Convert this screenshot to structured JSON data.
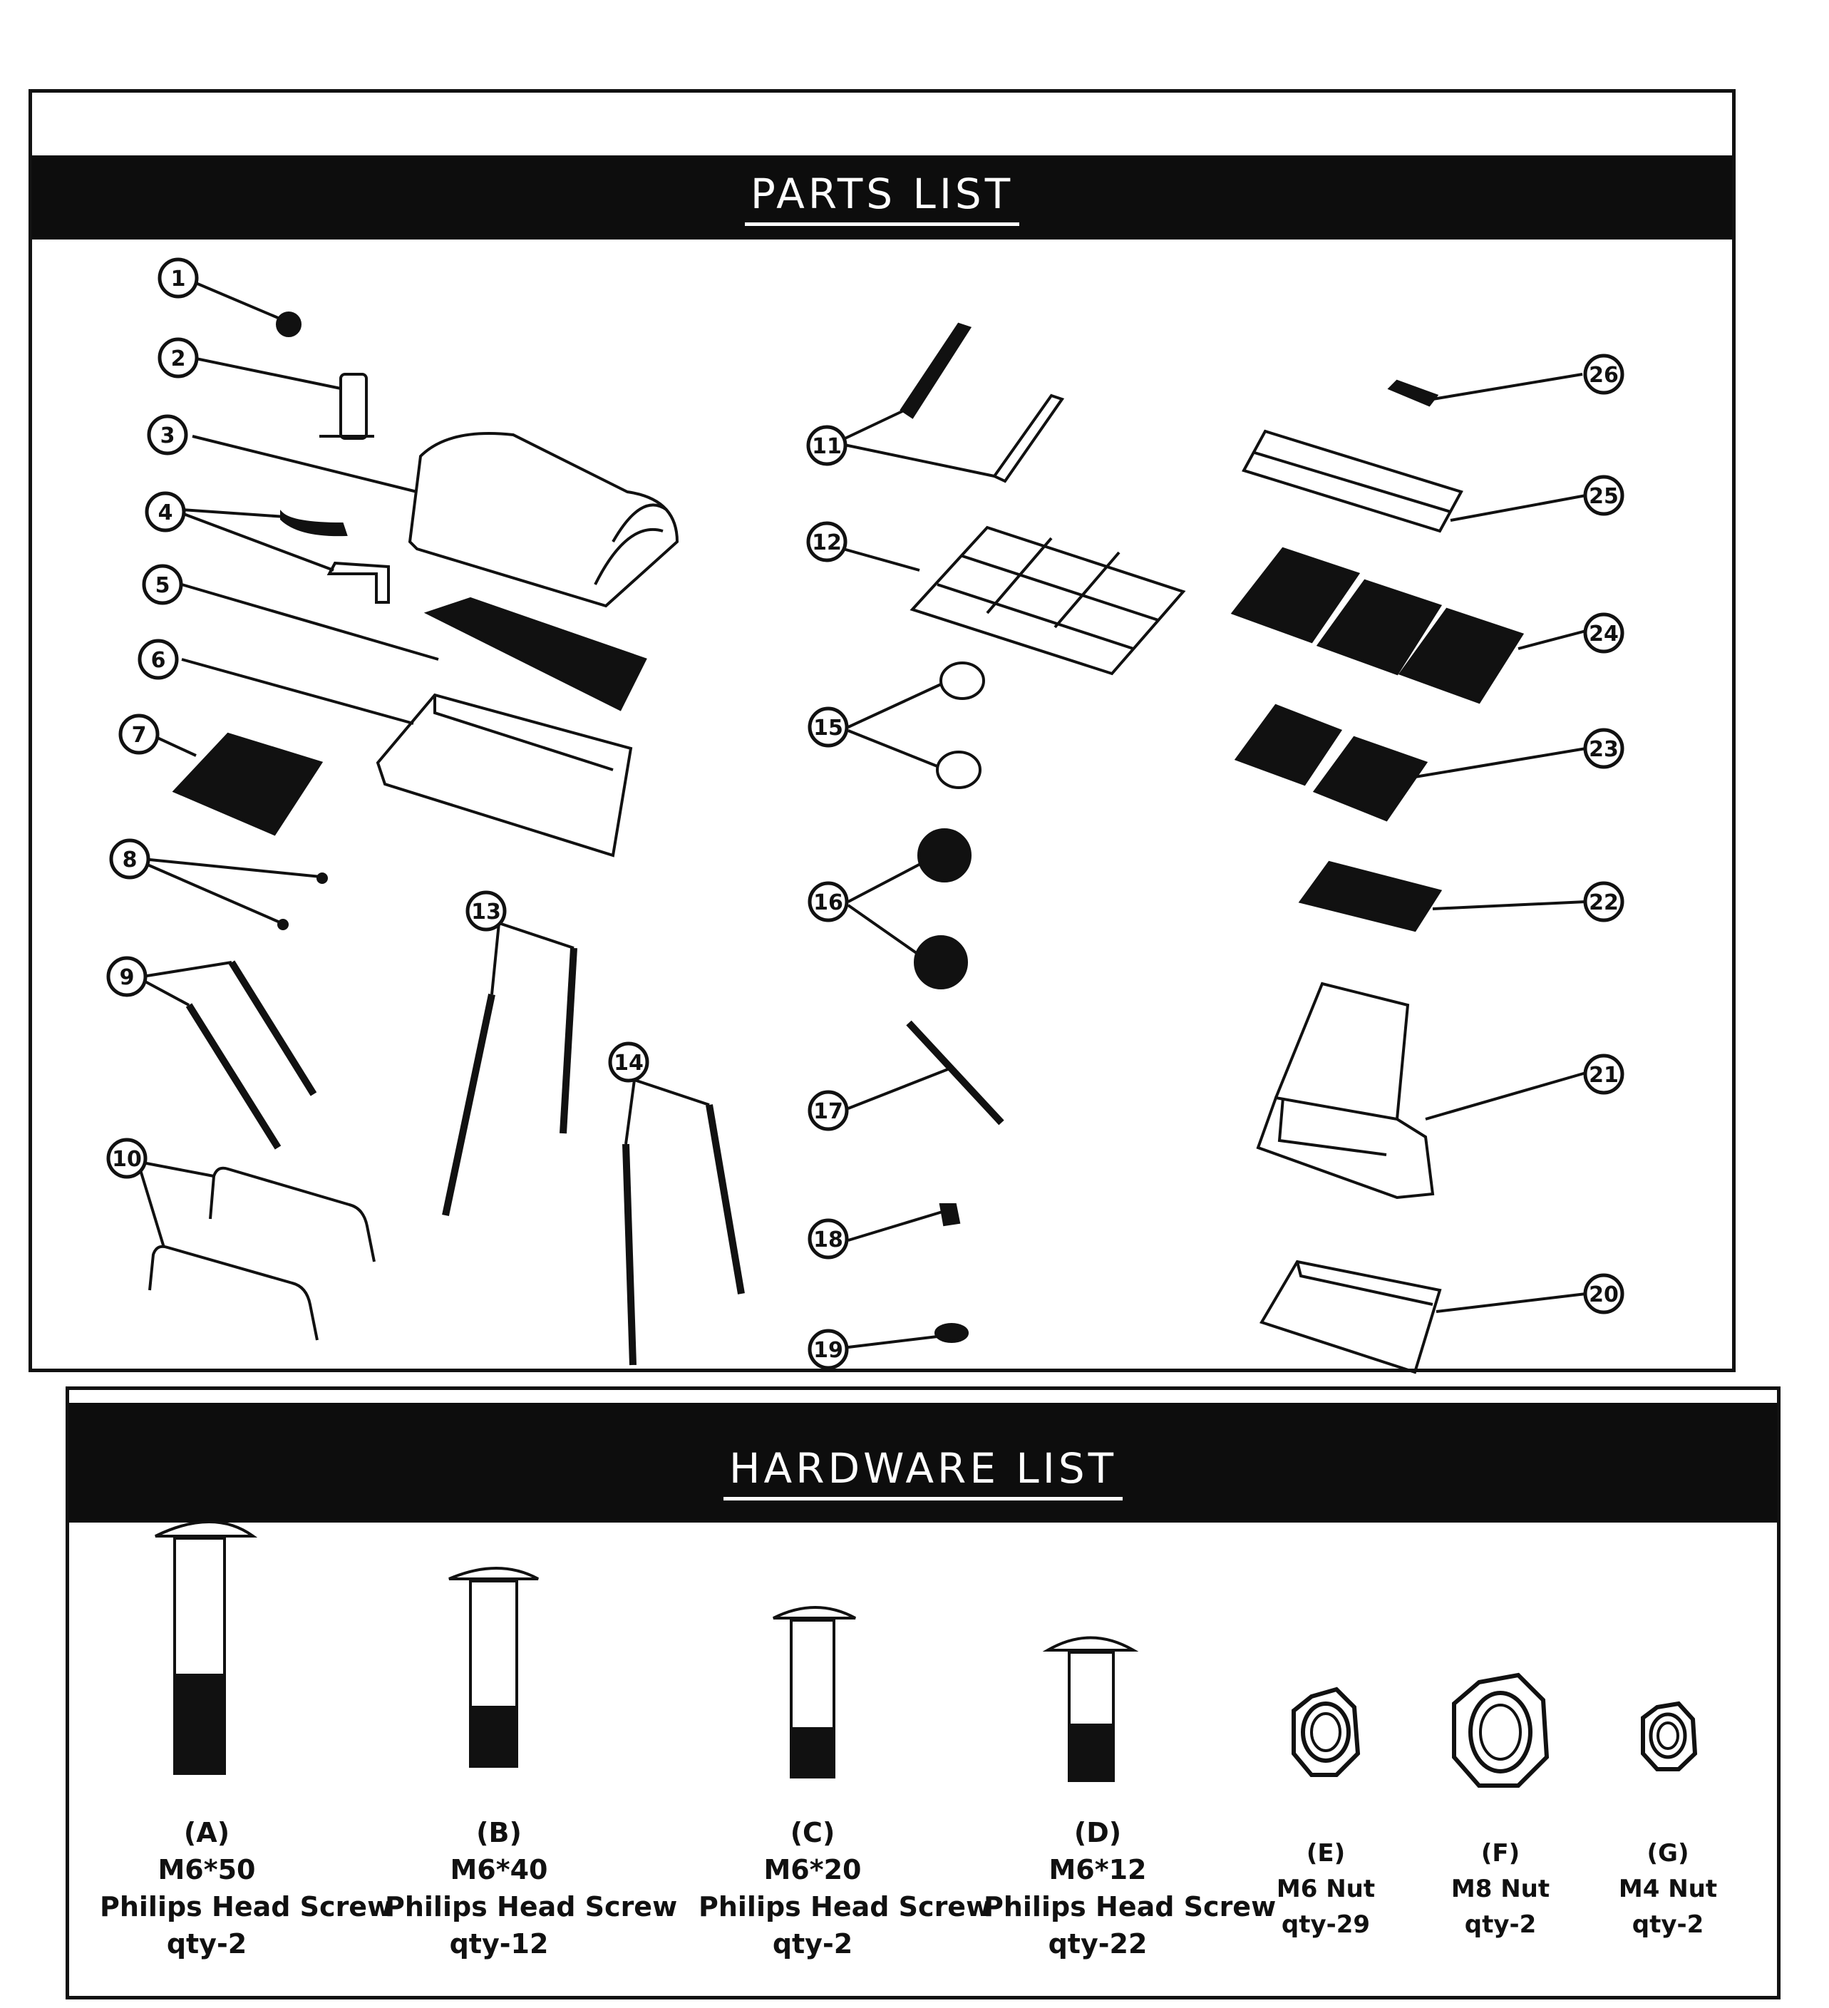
{
  "parts_section": {
    "title": "PARTS LIST",
    "callouts": [
      "1",
      "2",
      "3",
      "4",
      "5",
      "6",
      "7",
      "8",
      "9",
      "10",
      "11",
      "12",
      "13",
      "14",
      "15",
      "16",
      "17",
      "18",
      "19",
      "20",
      "21",
      "22",
      "23",
      "24",
      "25",
      "26"
    ]
  },
  "hardware_section": {
    "title": "HARDWARE LIST",
    "items": [
      {
        "id": "(A)",
        "size": "M6*50",
        "name": "Philips Head Screw",
        "qty": "qty-2"
      },
      {
        "id": "(B)",
        "size": "M6*40",
        "name": "Philips Head Screw",
        "qty": "qty-12"
      },
      {
        "id": "(C)",
        "size": "M6*20",
        "name": "Philips Head Screw",
        "qty": "qty-2"
      },
      {
        "id": "(D)",
        "size": "M6*12",
        "name": "Philips Head Screw",
        "qty": "qty-22"
      },
      {
        "id": "(E)",
        "size": "M6 Nut",
        "name": "",
        "qty": "qty-29"
      },
      {
        "id": "(F)",
        "size": "M8 Nut",
        "name": "",
        "qty": "qty-2"
      },
      {
        "id": "(G)",
        "size": "M4 Nut",
        "name": "",
        "qty": "qty-2"
      }
    ]
  }
}
